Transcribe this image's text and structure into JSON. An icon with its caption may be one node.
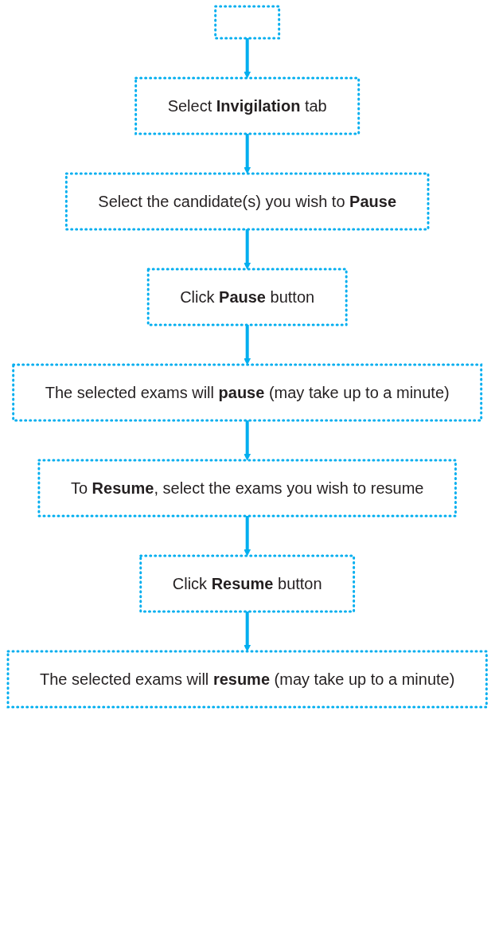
{
  "diagram": {
    "nodes": [
      {
        "text": [],
        "shape": "box"
      },
      {
        "text": [
          "Select **Invigilation** tab"
        ]
      },
      {
        "text": [
          "Select the candidate(s) you wish to **Pause**"
        ]
      },
      {
        "text": [
          "Click **Pause** button"
        ]
      },
      {
        "text": [
          "The selected exams will **pause** (may take up to a minute)"
        ]
      },
      {
        "text": [
          "To **Resume**, select the exams you wish to resume"
        ]
      },
      {
        "text": [
          "Click **Resume** button"
        ]
      },
      {
        "text": [
          "The selected exams will **resume** (may take up to a minute)"
        ]
      }
    ],
    "edges": [
      {
        "from": 0,
        "to": 1,
        "arrow": "to"
      },
      {
        "from": 1,
        "to": 2,
        "arrow": "to"
      },
      {
        "from": 2,
        "to": 3,
        "arrow": "to"
      },
      {
        "from": 3,
        "to": 4,
        "arrow": "to"
      },
      {
        "from": 4,
        "to": 5,
        "arrow": "to"
      },
      {
        "from": 5,
        "to": 6,
        "arrow": "to"
      },
      {
        "from": 6,
        "to": 7,
        "arrow": "to"
      }
    ]
  }
}
